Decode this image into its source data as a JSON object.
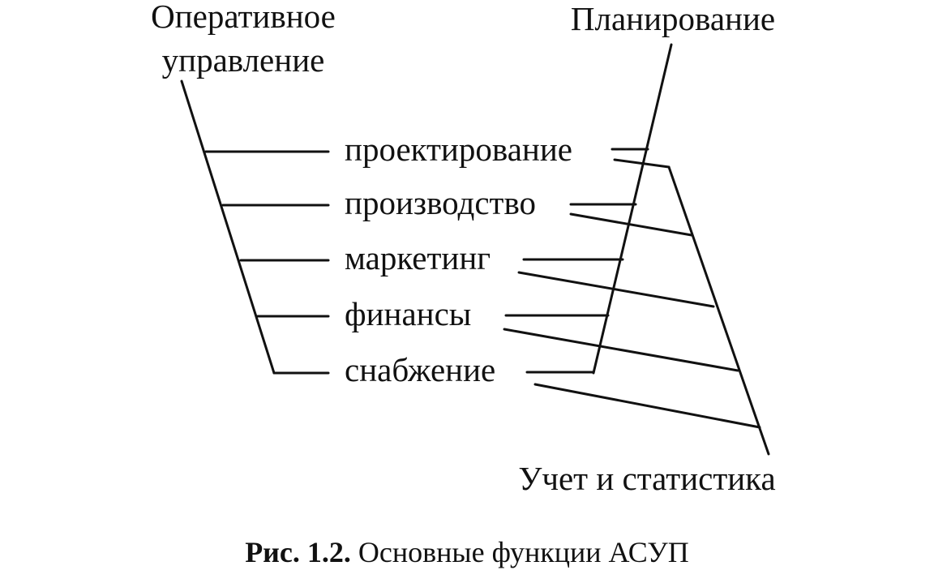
{
  "groups": {
    "operational": {
      "line1": "Оперативное",
      "line2": "управление"
    },
    "planning": "Планирование",
    "accounting": "Учет и статистика"
  },
  "functions": [
    "проектирование",
    "производство",
    "маркетинг",
    "финансы",
    "снабжение"
  ],
  "caption": {
    "prefix": "Рис. 1.2.",
    "text": " Основные функции АСУП"
  }
}
